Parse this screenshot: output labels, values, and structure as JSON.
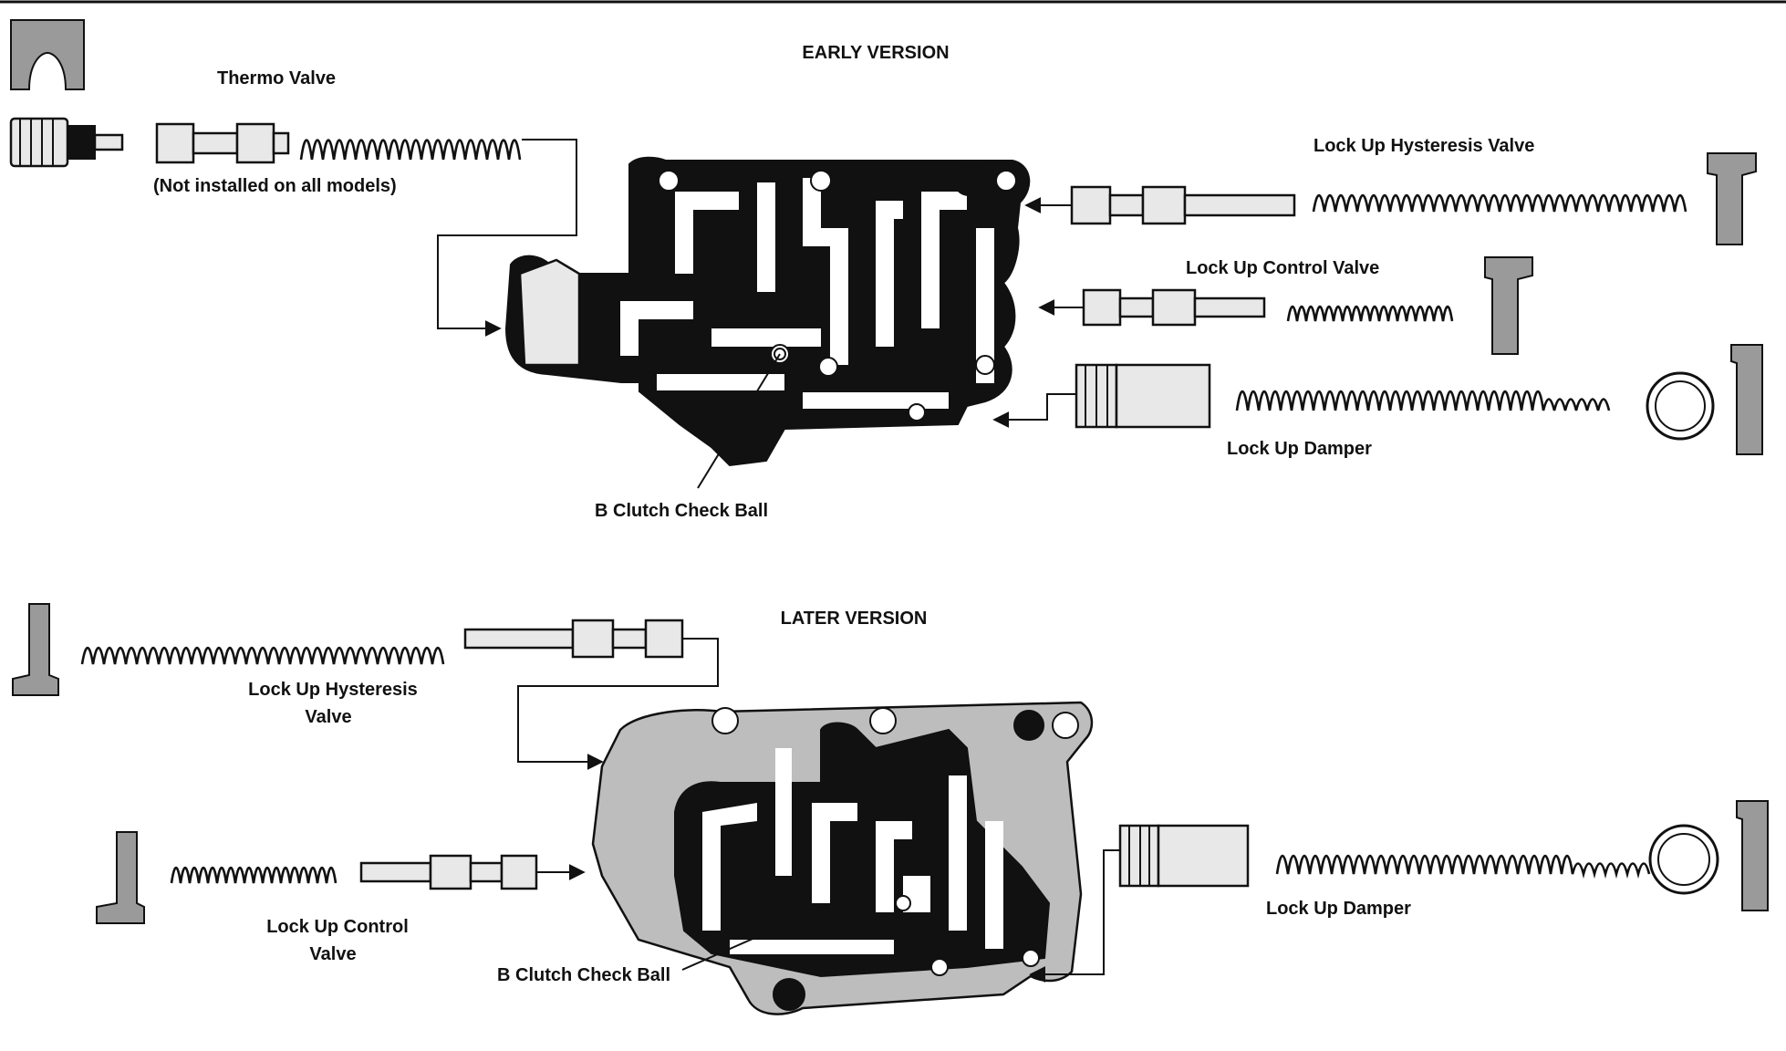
{
  "early": {
    "title": "EARLY VERSION",
    "thermo_valve": "Thermo Valve",
    "thermo_note": "(Not installed on all models)",
    "hysteresis_valve": "Lock Up Hysteresis Valve",
    "control_valve": "Lock Up Control Valve",
    "damper": "Lock Up Damper",
    "check_ball": "B Clutch Check Ball"
  },
  "later": {
    "title": "LATER VERSION",
    "hysteresis_line1": "Lock Up Hysteresis",
    "hysteresis_line2": "Valve",
    "control_line1": "Lock Up Control",
    "control_line2": "Valve",
    "damper": "Lock Up Damper",
    "check_ball": "B Clutch Check Ball"
  }
}
